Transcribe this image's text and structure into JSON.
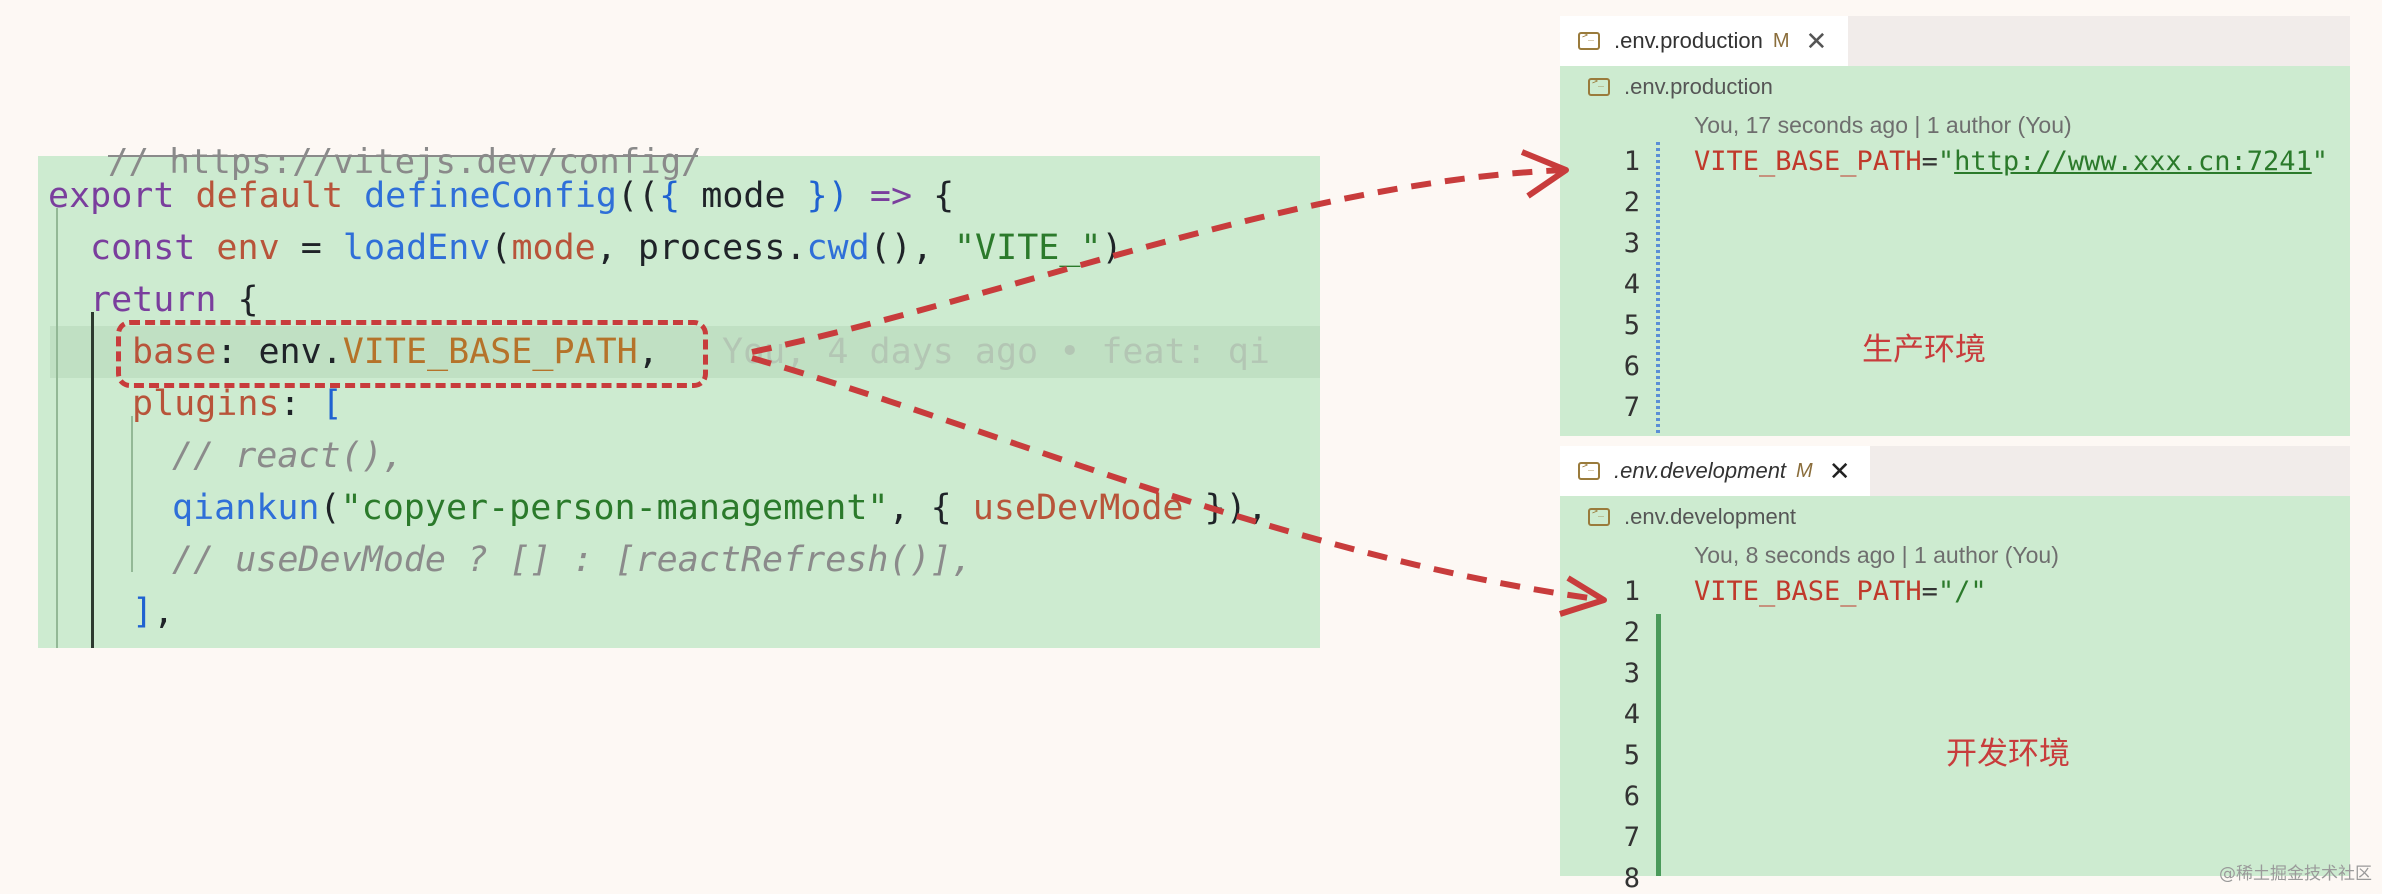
{
  "code": {
    "cut_top": "// https://vitejs.dev/config/",
    "line1": {
      "kw": "export",
      "kw2": "default",
      "fn": "defineConfig",
      "p1": "((",
      "b": "{",
      "arg": " mode ",
      "b2": "})",
      "arrow": " =>",
      "brace": " {"
    },
    "line2": {
      "kw": "const",
      "name": " env ",
      "eq": "=",
      "fn": " loadEnv",
      "p": "(",
      "arg": "mode",
      "c": ", process.",
      "fn2": "cwd",
      "p2": "(), ",
      "str": "\"VITE_\"",
      "pe": ")"
    },
    "line3": {
      "kw": "return",
      "brace": " {"
    },
    "line4": {
      "prop": "base",
      "colon": ": env.",
      "prop2": "VITE_BASE_PATH",
      "comma": ",",
      "blame": "   You, 4 days ago • feat: qi"
    },
    "line5": {
      "prop": "plugins",
      "colon": ": ",
      "br": "["
    },
    "line6": {
      "cmt": "// react(),"
    },
    "line7": {
      "fn": "qiankun",
      "p": "(",
      "str": "\"copyer-person-management\"",
      "c": ", { ",
      "var": "useDevMode",
      "e": " }),"
    },
    "line8": {
      "cmt": "// useDevMode ? [] : [reactRefresh()],"
    },
    "line9": {
      "br": "]",
      "comma": ","
    }
  },
  "production": {
    "tab_title": ".env.production",
    "tab_mark": "M",
    "close": "✕",
    "breadcrumb": ".env.production",
    "blame": "You, 17 seconds ago | 1 author (You)",
    "key": "VITE_BASE_PATH",
    "eq": "=",
    "q1": "\"",
    "url": "http://www.xxx.cn:7241",
    "q2": "\"",
    "line_numbers": [
      "1",
      "2",
      "3",
      "4",
      "5",
      "6",
      "7"
    ],
    "label": "生产环境"
  },
  "development": {
    "tab_title": ".env.development",
    "tab_mark": "M",
    "close": "✕",
    "breadcrumb": ".env.development",
    "blame": "You, 8 seconds ago | 1 author (You)",
    "key": "VITE_BASE_PATH",
    "eq": "=",
    "val": "\"/\"",
    "line_numbers": [
      "1",
      "2",
      "3",
      "4",
      "5",
      "6",
      "7",
      "8"
    ],
    "label": "开发环境"
  },
  "watermark": "@稀土掘金技术社区",
  "colors": {
    "annotation": "#c83c3c",
    "code_bg": "#cdebd0",
    "page_bg": "#fdf8f4"
  }
}
